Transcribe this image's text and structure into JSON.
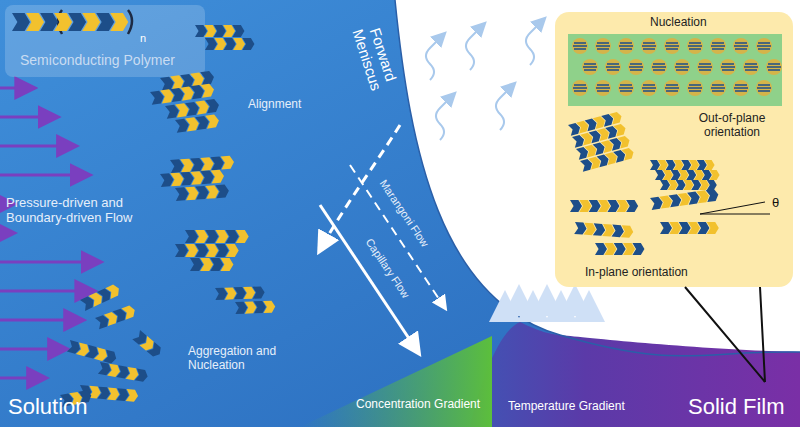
{
  "diagram": {
    "nodes": [
      {
        "text": [
          "Semiconducting Polymer"
        ]
      },
      {
        "text": [
          "Nucleation",
          "Out-of-plane orientation",
          "In-plane orientation"
        ]
      }
    ],
    "labels": [
      "n",
      "Alignment",
      "Pressure-driven and Boundary-driven Flow",
      "Aggregation and Nucleation",
      "Forward Meniscus",
      "Marangoni Flow",
      "Capillary Flow",
      "Concentration Gradient",
      "Temperature Gradient",
      "Solution",
      "Solid Film",
      "θ"
    ]
  }
}
